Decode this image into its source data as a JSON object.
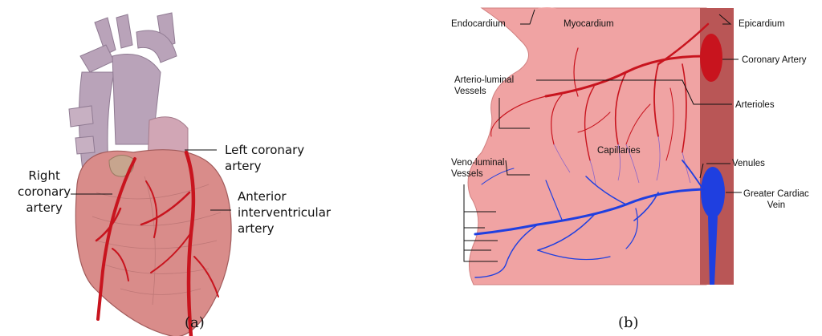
{
  "panel_a": {
    "caption": "(a)",
    "labels": {
      "left_coronary": "Left coronary\nartery",
      "right_coronary": "Right\ncoronary\nartery",
      "anterior_interventricular": "Anterior\ninterventricular\nartery"
    }
  },
  "panel_b": {
    "caption": "(b)",
    "labels": {
      "endocardium": "Endocardium",
      "myocardium": "Myocardium",
      "epicardium": "Epicardium",
      "coronary_artery": "Coronary Artery",
      "arterio_luminal": "Arterio-luminal\nVessels",
      "arterioles": "Arterioles",
      "capillaries": "Capillaries",
      "venules": "Venules",
      "veno_luminal": "Veno-luminal\nVessels",
      "greater_cardiac_vein": "Greater Cardiac\nVein"
    }
  },
  "colors": {
    "artery_red": "#c8141e",
    "vein_blue": "#1f3fe0",
    "myocardium_pink": "#f0a3a3",
    "epicardium_dark": "#b95656",
    "heart_pink": "#d98c8a",
    "vessel_lilac": "#b9a3b9"
  }
}
